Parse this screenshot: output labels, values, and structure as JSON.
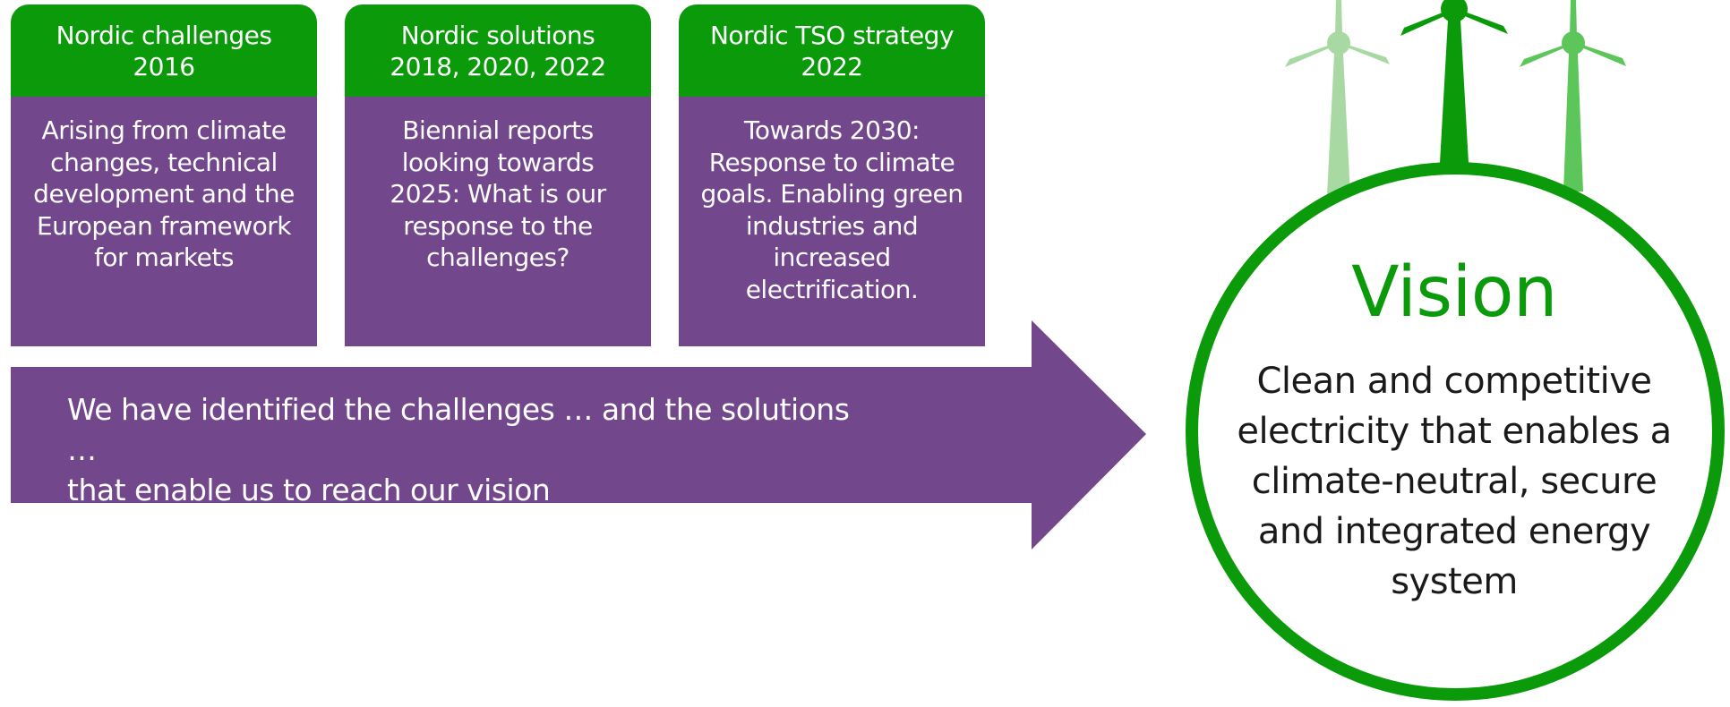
{
  "cards": [
    {
      "title": "Nordic challenges\n2016",
      "body": "Arising from climate changes, technical development and the European framework for markets"
    },
    {
      "title": "Nordic solutions\n2018, 2020, 2022",
      "body": "Biennial reports looking towards 2025: What is our response to the challenges?"
    },
    {
      "title": "Nordic TSO strategy\n2022",
      "body": "Towards 2030: Response to climate goals. Enabling green industries and increased electrification."
    }
  ],
  "arrow": {
    "text": "We have identified the challenges … and the solutions …\nthat enable us to reach our vision"
  },
  "vision": {
    "title": "Vision",
    "text": "Clean and competitive electricity that enables a climate-neutral, secure and integrated energy system"
  },
  "colors": {
    "green": "#0a9a0a",
    "light_green": "#a9d9a3",
    "mid_green": "#5cc65a",
    "purple": "#72478c"
  }
}
